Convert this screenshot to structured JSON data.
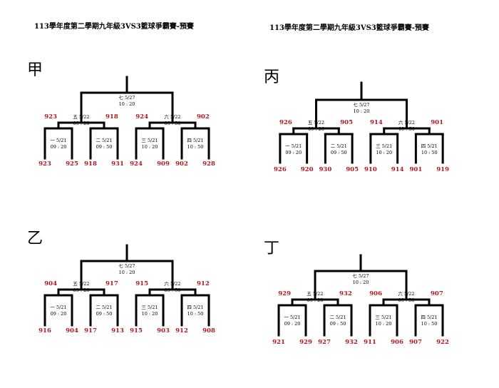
{
  "titles": [
    "113學年度第二學期九年級3VS3籃球爭霸賽-預賽",
    "113學年度第二學期九年級3VS3籃球爭霸賽-預賽"
  ],
  "colors": {
    "line": "#000000",
    "team": "#b0171f"
  },
  "brackets": [
    {
      "group": "甲",
      "final": {
        "l1": "七 5/27",
        "l2": "10 : 20"
      },
      "semis": [
        {
          "l1": "五 5/22",
          "l2": "09 : 20",
          "left_team": "923",
          "right_team": "918"
        },
        {
          "l1": "六 5/22",
          "l2": "09 : 50",
          "left_team": "924",
          "right_team": "902"
        }
      ],
      "firsts": [
        {
          "l1": "一 5/21",
          "l2": "09 : 20",
          "teams": [
            "923",
            "925"
          ]
        },
        {
          "l1": "二 5/21",
          "l2": "09 : 50",
          "teams": [
            "918",
            "931"
          ]
        },
        {
          "l1": "三 5/21",
          "l2": "10 : 20",
          "teams": [
            "924",
            "909"
          ]
        },
        {
          "l1": "四 5/21",
          "l2": "10 : 50",
          "teams": [
            "902",
            "928"
          ]
        }
      ]
    },
    {
      "group": "丙",
      "final": {
        "l1": "七 5/27",
        "l2": "10 : 20"
      },
      "semis": [
        {
          "l1": "五 5/22",
          "l2": "09 : 20",
          "left_team": "926",
          "right_team": "905"
        },
        {
          "l1": "六 5/22",
          "l2": "09 : 50",
          "left_team": "914",
          "right_team": "901"
        }
      ],
      "firsts": [
        {
          "l1": "一 5/21",
          "l2": "09 : 20",
          "teams": [
            "926",
            "920"
          ]
        },
        {
          "l1": "二 5/21",
          "l2": "09 : 50",
          "teams": [
            "930",
            "905"
          ]
        },
        {
          "l1": "三 5/21",
          "l2": "10 : 20",
          "teams": [
            "910",
            "914"
          ]
        },
        {
          "l1": "四 5/21",
          "l2": "10 : 50",
          "teams": [
            "901",
            "919"
          ]
        }
      ]
    },
    {
      "group": "乙",
      "final": {
        "l1": "七 5/27",
        "l2": "10 : 20"
      },
      "semis": [
        {
          "l1": "五 5/22",
          "l2": "09 : 20",
          "left_team": "904",
          "right_team": "917"
        },
        {
          "l1": "六 5/22",
          "l2": "09 : 50",
          "left_team": "915",
          "right_team": "912"
        }
      ],
      "firsts": [
        {
          "l1": "一 5/21",
          "l2": "09 : 20",
          "teams": [
            "916",
            "904"
          ]
        },
        {
          "l1": "二 5/21",
          "l2": "09 : 50",
          "teams": [
            "917",
            "913"
          ]
        },
        {
          "l1": "三 5/21",
          "l2": "10 : 20",
          "teams": [
            "915",
            "903"
          ]
        },
        {
          "l1": "四 5/21",
          "l2": "10 : 50",
          "teams": [
            "912",
            "908"
          ]
        }
      ]
    },
    {
      "group": "丁",
      "final": {
        "l1": "七 5/27",
        "l2": "10 : 20"
      },
      "semis": [
        {
          "l1": "五 5/22",
          "l2": "09 : 20",
          "left_team": "929",
          "right_team": "932"
        },
        {
          "l1": "六 5/22",
          "l2": "09 : 50",
          "left_team": "906",
          "right_team": "907"
        }
      ],
      "firsts": [
        {
          "l1": "一 5/21",
          "l2": "09 : 20",
          "teams": [
            "921",
            "929"
          ]
        },
        {
          "l1": "二 5/21",
          "l2": "09 : 50",
          "teams": [
            "927",
            "932"
          ]
        },
        {
          "l1": "三 5/21",
          "l2": "10 : 20",
          "teams": [
            "911",
            "906"
          ]
        },
        {
          "l1": "四 5/21",
          "l2": "10 : 50",
          "teams": [
            "907",
            "922"
          ]
        }
      ]
    }
  ]
}
